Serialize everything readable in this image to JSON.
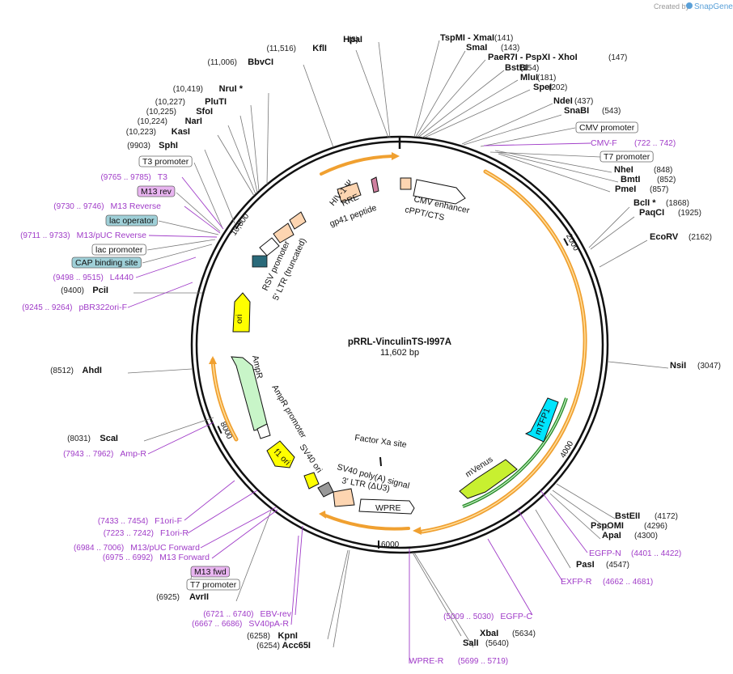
{
  "credit": "Created by",
  "brand": "SnapGene",
  "plasmid": {
    "name": "pRRL-VinculinTS-I997A",
    "length_label": "11,602 bp"
  },
  "ticks": [
    "2000",
    "4000",
    "6000",
    "8000",
    "10,000"
  ],
  "sites": [
    {
      "pos": "(8)",
      "name": "HpaI"
    },
    {
      "pos": "(11,516)",
      "name": "KflI"
    },
    {
      "pos": "(11,006)",
      "name": "BbvCI"
    },
    {
      "pos": "(10,419)",
      "name": "NruI *"
    },
    {
      "pos": "(10,227)",
      "name": "PluTI"
    },
    {
      "pos": "(10,225)",
      "name": "SfoI"
    },
    {
      "pos": "(10,224)",
      "name": "NarI"
    },
    {
      "pos": "(10,223)",
      "name": "KasI"
    },
    {
      "pos": "(9903)",
      "name": "SphI"
    },
    {
      "pos": "(9400)",
      "name": "PciI"
    },
    {
      "pos": "(8512)",
      "name": "AhdI"
    },
    {
      "pos": "(8031)",
      "name": "ScaI"
    },
    {
      "pos": "(6925)",
      "name": "AvrII"
    },
    {
      "pos": "(6258)",
      "name": "KpnI"
    },
    {
      "pos": "(6254)",
      "name": "Acc65I"
    },
    {
      "pos": "(5634)",
      "name": "XbaI"
    },
    {
      "pos": "(5640)",
      "name": "SalI"
    },
    {
      "pos": "(4547)",
      "name": "PasI"
    },
    {
      "pos": "(4300)",
      "name": "ApaI"
    },
    {
      "pos": "(4296)",
      "name": "PspOMI"
    },
    {
      "pos": "(4172)",
      "name": "BstEII"
    },
    {
      "pos": "(3047)",
      "name": "NsiI"
    },
    {
      "pos": "(2162)",
      "name": "EcoRV"
    },
    {
      "pos": "(1925)",
      "name": "PaqCI"
    },
    {
      "pos": "(1868)",
      "name": "BclI *"
    },
    {
      "pos": "(857)",
      "name": "PmeI"
    },
    {
      "pos": "(852)",
      "name": "BmtI"
    },
    {
      "pos": "(848)",
      "name": "NheI"
    },
    {
      "pos": "(543)",
      "name": "SnaBI"
    },
    {
      "pos": "(437)",
      "name": "NdeI"
    },
    {
      "pos": "(202)",
      "name": "SpeI"
    },
    {
      "pos": "(181)",
      "name": "MluI"
    },
    {
      "pos": "(154)",
      "name": "BstBI"
    },
    {
      "pos": "(147)",
      "name": "PaeR7I - PspXI - XhoI"
    },
    {
      "pos": "(143)",
      "name": "SmaI"
    },
    {
      "pos": "(141)",
      "name": "TspMI - XmaI"
    }
  ],
  "primers": [
    {
      "name": "T3",
      "pos": "(9765 .. 9785)"
    },
    {
      "name": "M13 Reverse",
      "pos": "(9730 .. 9746)"
    },
    {
      "name": "M13/pUC Reverse",
      "pos": "(9711 .. 9733)"
    },
    {
      "name": "L4440",
      "pos": "(9498 .. 9515)"
    },
    {
      "name": "pBR322ori-F",
      "pos": "(9245 .. 9264)"
    },
    {
      "name": "Amp-R",
      "pos": "(7943 .. 7962)"
    },
    {
      "name": "F1ori-F",
      "pos": "(7433 .. 7454)"
    },
    {
      "name": "F1ori-R",
      "pos": "(7223 .. 7242)"
    },
    {
      "name": "M13/pUC Forward",
      "pos": "(6984 .. 7006)"
    },
    {
      "name": "M13 Forward",
      "pos": "(6975 .. 6992)"
    },
    {
      "name": "EBV-rev",
      "pos": "(6721 .. 6740)"
    },
    {
      "name": "SV40pA-R",
      "pos": "(6667 .. 6686)"
    },
    {
      "name": "WPRE-R",
      "pos": "(5699 .. 5719)"
    },
    {
      "name": "EGFP-C",
      "pos": "(5009 .. 5030)"
    },
    {
      "name": "EXFP-R",
      "pos": "(4662 .. 4681)"
    },
    {
      "name": "EGFP-N",
      "pos": "(4401 .. 4422)"
    },
    {
      "name": "CMV-F",
      "pos": "(722 .. 742)"
    }
  ],
  "boxes": [
    {
      "label": "T3 promoter",
      "style": "white"
    },
    {
      "label": "M13 rev",
      "style": "purple"
    },
    {
      "label": "lac operator",
      "style": "teal"
    },
    {
      "label": "lac promoter",
      "style": "white"
    },
    {
      "label": "CAP binding site",
      "style": "teal"
    },
    {
      "label": "M13 fwd",
      "style": "purple"
    },
    {
      "label": "T7 promoter",
      "style": "white"
    },
    {
      "label": "CMV promoter",
      "style": "white"
    },
    {
      "label": "T7 promoter",
      "style": "white"
    }
  ],
  "features": {
    "hiv1_psi": "HIV-1 Ψ",
    "rre": "RRE",
    "gp41": "gp41 peptide",
    "cmv_enhancer": "CMV enhancer",
    "cppt": "cPPT/CTS",
    "rsv": "RSV promoter",
    "ltr5": "5' LTR (truncated)",
    "ori": "ori",
    "ampr": "AmpR",
    "ampr_promoter": "AmpR promoter",
    "f1ori": "f1 ori",
    "sv40ori": "SV40 ori",
    "factor_xa": "Factor Xa site",
    "sv40pa": "SV40 poly(A) signal",
    "ltr3": "3' LTR (ΔU3)",
    "wpre": "WPRE",
    "mtfp1": "mTFP1",
    "mvenus": "mVenus"
  },
  "colors": {
    "primer": "#a03cc8",
    "orange": "#f0a030",
    "yellow": "#ffff00",
    "cyan": "#00e5ff",
    "greenyellow": "#c8f030",
    "ampr": "#c8f5c8",
    "peach": "#fdd5b1",
    "teal_box": "#9fd0d8",
    "purple_box": "#e8b4f0",
    "green_bar": "#2a8a2a"
  }
}
